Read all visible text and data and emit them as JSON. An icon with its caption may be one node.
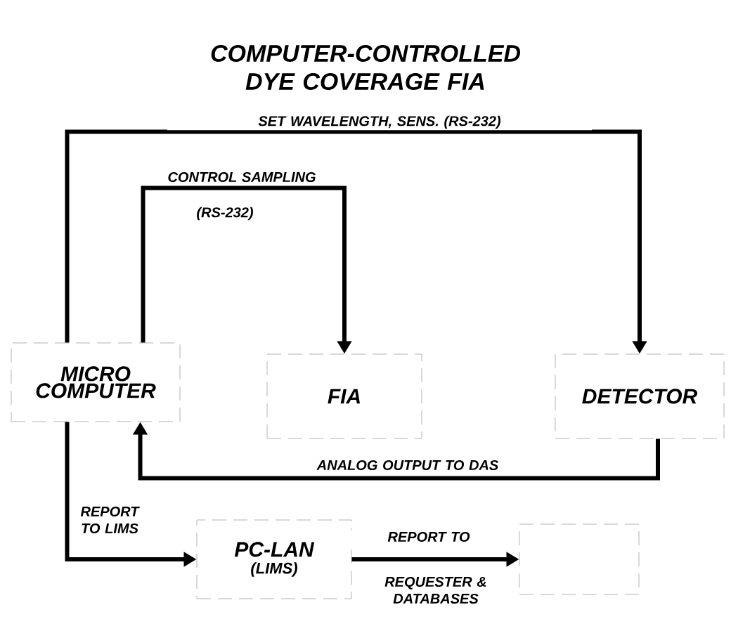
{
  "diagram": {
    "title": "COMPUTER-CONTROLLED DYE COVERAGE FIA",
    "nodes": [
      {
        "text": [
          "MICRO COMPUTER"
        ]
      },
      {
        "text": [
          "FIA"
        ]
      },
      {
        "text": [
          "DETECTOR"
        ]
      },
      {
        "text": [
          "PC-LAN",
          "(LIMS)"
        ]
      },
      {
        "text": [],
        "shape": "box"
      }
    ],
    "edges": [
      {
        "from": 0,
        "to": 2,
        "arrow": "to",
        "label": "SET WAVELENGTH, SENS. (RS-232)"
      },
      {
        "from": 0,
        "to": 1,
        "arrow": "to",
        "label": "CONTROL SAMPLING"
      },
      {
        "from": 2,
        "to": 0,
        "arrow": "to",
        "label": "ANALOG OUTPUT TO DAS"
      },
      {
        "from": 0,
        "to": 3,
        "arrow": "to",
        "label": "REPORT TO LIMS"
      },
      {
        "from": 3,
        "to": 4,
        "arrow": "to",
        "label": "REPORT TO"
      }
    ],
    "labels": [
      "(RS-232)",
      "REQUESTER & DATABASES"
    ]
  }
}
